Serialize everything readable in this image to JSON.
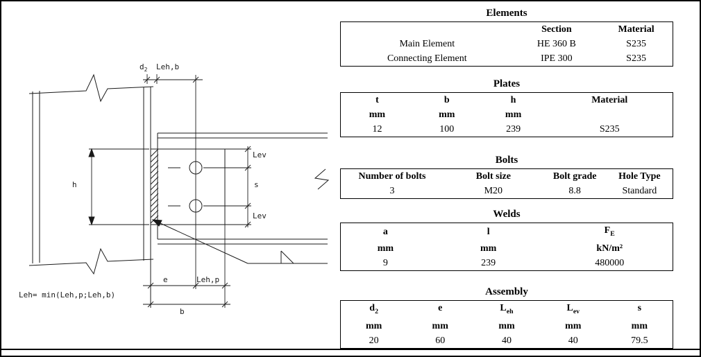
{
  "drawing": {
    "labels": {
      "d2_main": "d",
      "d2_sub": "2",
      "leh_b": "Leh,b",
      "h": "h",
      "lev_top": "Lev",
      "s": "s",
      "lev_bottom": "Lev",
      "e": "e",
      "leh_p": "Leh,p",
      "b": "b",
      "formula": "Leh= min(Leh,p;Leh,b)"
    }
  },
  "tables": {
    "elements": {
      "title": "Elements",
      "header": [
        "",
        "Section",
        "Material"
      ],
      "rows": [
        [
          "Main Element",
          "HE 360 B",
          "S235"
        ],
        [
          "Connecting Element",
          "IPE 300",
          "S235"
        ]
      ]
    },
    "plates": {
      "title": "Plates",
      "header": [
        "t",
        "b",
        "h",
        "Material"
      ],
      "units": [
        "mm",
        "mm",
        "mm",
        ""
      ],
      "values": [
        "12",
        "100",
        "239",
        "S235"
      ]
    },
    "bolts": {
      "title": "Bolts",
      "header": [
        "Number of bolts",
        "Bolt size",
        "Bolt grade",
        "Hole Type"
      ],
      "values": [
        "3",
        "M20",
        "8.8",
        "Standard"
      ]
    },
    "welds": {
      "title": "Welds",
      "header_a": "a",
      "header_l": "l",
      "header_f_main": "F",
      "header_f_sub": "E",
      "units": [
        "mm",
        "mm",
        "kN/m²"
      ],
      "values": [
        "9",
        "239",
        "480000"
      ]
    },
    "assembly": {
      "title": "Assembly",
      "header": [
        {
          "main": "d",
          "sub": "2"
        },
        {
          "main": "e",
          "sub": ""
        },
        {
          "main": "L",
          "sub": "eh"
        },
        {
          "main": "L",
          "sub": "ev"
        },
        {
          "main": "s",
          "sub": ""
        }
      ],
      "units": [
        "mm",
        "mm",
        "mm",
        "mm",
        "mm"
      ],
      "values": [
        "20",
        "60",
        "40",
        "40",
        "79.5"
      ]
    }
  }
}
